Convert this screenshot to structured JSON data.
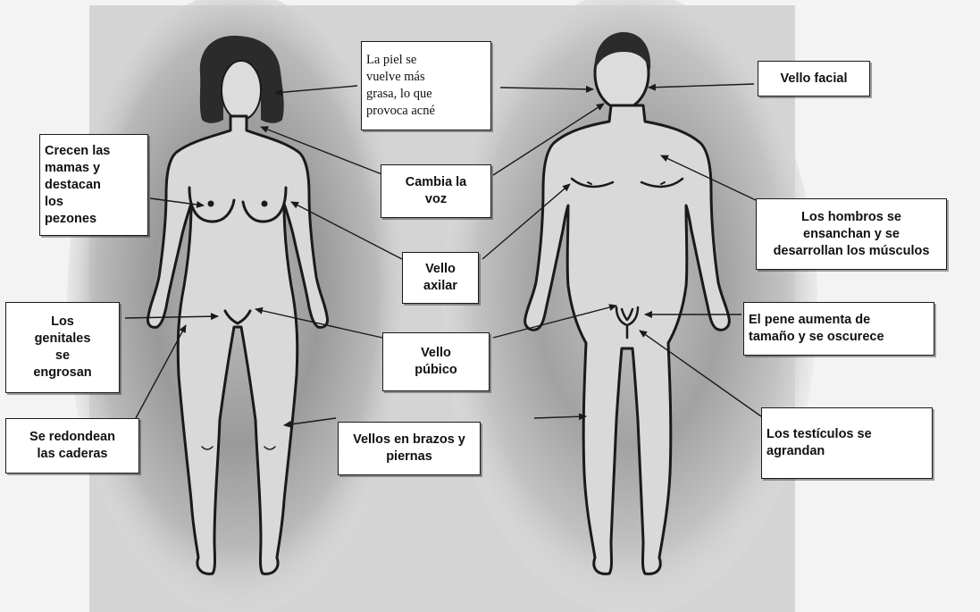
{
  "labels": {
    "skin": "La piel se\nvuelve más\ngrasa, lo que\nprovoca acné",
    "facial_hair": "Vello facial",
    "breasts": "Crecen las\nmamas y\ndestacan\nlos\npezones",
    "voice": "Cambia la\nvoz",
    "shoulders": "Los hombros se\nensanchan y se\ndesarrollan los músculos",
    "axillary": "Vello\naxilar",
    "genitals": "Los\ngenitales\nse\nengrosan",
    "penis": "El pene aumenta de\ntamaño y se oscurece",
    "pubic": "Vello\npúbico",
    "hips": "Se redondean\nlas caderas",
    "limbs": "Vellos en brazos y\npiernas",
    "testicles": "Los testículos se\nagrandan"
  }
}
